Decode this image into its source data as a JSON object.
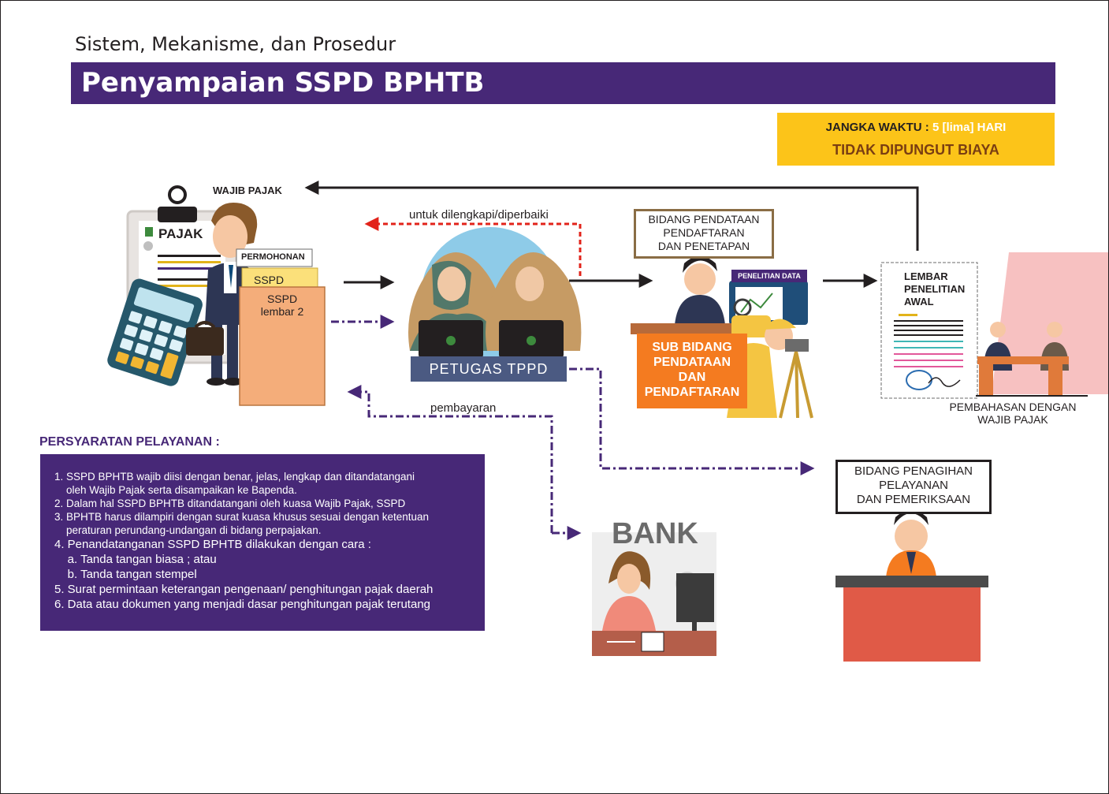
{
  "header": {
    "subtitle": "Sistem, Mekanisme, dan Prosedur",
    "title": "Penyampaian SSPD BPHTB"
  },
  "time_box": {
    "label": "JANGKA WAKTU",
    "separator": " : ",
    "value": "5 [lima] HARI",
    "fee": "TIDAK DIPUNGUT BIAYA"
  },
  "nodes": {
    "wajib_pajak": "WAJIB PAJAK",
    "pajak_board": "PAJAK",
    "permohonan": "PERMOHONAN",
    "sspd": "SSPD",
    "sspd_lembar2_a": "SSPD",
    "sspd_lembar2_b": "lembar 2",
    "petugas": "PETUGAS TPPD",
    "bidang_pendataan": [
      "BIDANG PENDATAAN",
      "PENDAFTARAN",
      "DAN PENETAPAN"
    ],
    "penelitian_data": "PENELITIAN DATA",
    "sub_bidang": [
      "SUB BIDANG",
      "PENDATAAN",
      "DAN",
      "PENDAFTARAN"
    ],
    "lembar_penelitian": [
      "LEMBAR",
      "PENELITIAN",
      "AWAL"
    ],
    "pembahasan": [
      "PEMBAHASAN DENGAN",
      "WAJIB PAJAK"
    ],
    "bidang_penagihan": [
      "BIDANG PENAGIHAN",
      "PELAYANAN",
      "DAN PEMERIKSAAN"
    ],
    "bank": "BANK"
  },
  "edges": {
    "dilengkapi": "untuk dilengkapi/diperbaiki",
    "pembayaran": "pembayaran"
  },
  "requirements": {
    "title": "PERSYARATAN PELAYANAN :",
    "items": [
      "1. SSPD BPHTB wajib diisi dengan benar, jelas, lengkap dan ditandatangani",
      "    oleh Wajib Pajak serta disampaikan ke Bapenda.",
      "2. Dalam hal SSPD BPHTB ditandatangani oleh kuasa Wajib Pajak, SSPD",
      "3. BPHTB harus dilampiri dengan surat kuasa khusus sesuai dengan ketentuan",
      "    peraturan perundang-undangan di bidang perpajakan.",
      "4. Penandatanganan SSPD BPHTB dilakukan dengan cara :",
      "    a. Tanda tangan biasa ; atau",
      "    b. Tanda tangan stempel",
      "5. Surat permintaan keterangan pengenaan/ penghitungan pajak daerah",
      "6. Data atau dokumen yang menjadi dasar penghitungan pajak terutang"
    ]
  },
  "colors": {
    "purple": "#472877",
    "yellow": "#fcc419",
    "orange": "#f47b20",
    "red_dash": "#e2231a",
    "bank_red": "#e05a47"
  }
}
